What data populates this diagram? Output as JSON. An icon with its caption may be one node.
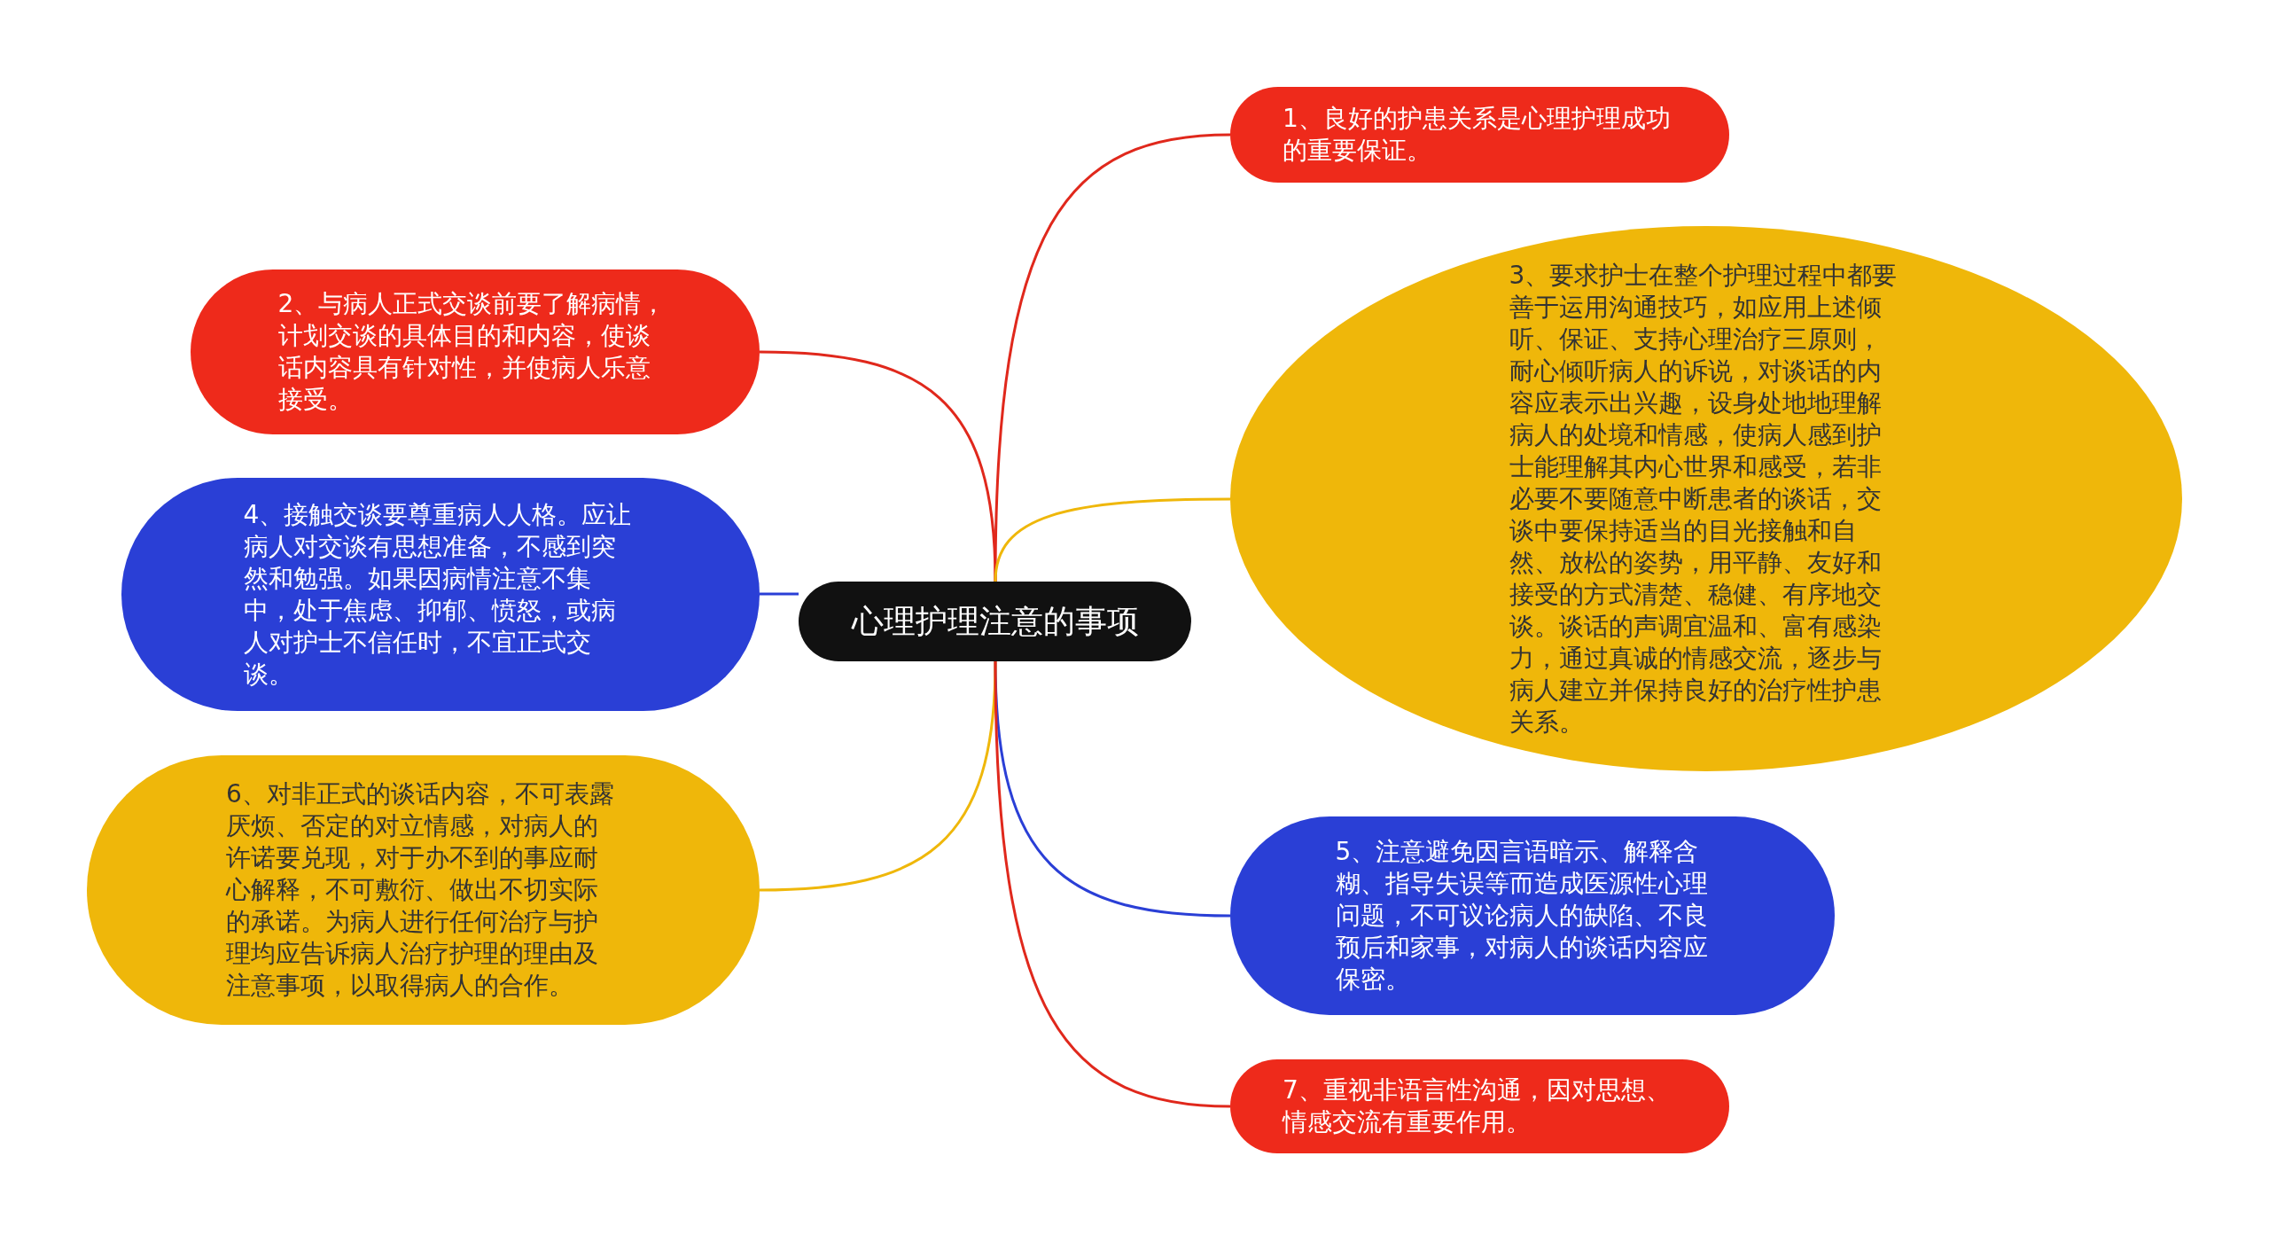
{
  "diagram": {
    "nodes": [
      {
        "text": [
          "心理护理注意的事项"
        ]
      },
      {
        "text": [
          "1、良好的护患关系是心理护理成功的重要保证。"
        ]
      },
      {
        "text": [
          "2、与病人正式交谈前要了解病情，计划交谈的具体目的和内容，使谈话内容具有针对性，并使病人乐意接受。"
        ]
      },
      {
        "text": [
          "3、要求护士在整个护理过程中都要善于运用沟通技巧，如应用上述倾听、保证、支持心理治疗三原则，耐心倾听病人的诉说，对谈话的内容应表示出兴趣，设身处地地理解病人的处境和情感，使病人感到护士能理解其内心世界和感受，若非必要不要随意中断患者的谈话，交谈中要保持适当的目光接触和自然、放松的姿势，用平静、友好和接受的方式清楚、稳健、有序地交谈。谈话的声调宜温和、富有感染力，通过真诚的情感交流，逐步与病人建立并保持良好的治疗性护患关系。"
        ]
      },
      {
        "text": [
          "4、接触交谈要尊重病人人格。应让病人对交谈有思想准备，不感到突然和勉强。如果因病情注意不集中，处于焦虑、抑郁、愤怒，或病人对护士不信任时，不宜正式交谈。"
        ]
      },
      {
        "text": [
          "5、注意避免因言语暗示、解释含糊、指导失误等而造成医源性心理问题，不可议论病人的缺陷、不良预后和家事，对病人的谈话内容应保密。"
        ]
      },
      {
        "text": [
          "6、对非正式的谈话内容，不可表露厌烦、否定的对立情感，对病人的许诺要兑现，对于办不到的事应耐心解释，不可敷衍、做出不切实际的承诺。为病人进行任何治疗与护理均应告诉病人治疗护理的理由及注意事项，以取得病人的合作。"
        ]
      },
      {
        "text": [
          "7、重视非语言性沟通，因对思想、情感交流有重要作用。"
        ]
      }
    ],
    "edges": [
      {
        "from": 0,
        "to": 1,
        "arrow": "none",
        "color": "#e0281c"
      },
      {
        "from": 0,
        "to": 2,
        "arrow": "none",
        "color": "#e0281c"
      },
      {
        "from": 0,
        "to": 3,
        "arrow": "none",
        "color": "#efb70a"
      },
      {
        "from": 0,
        "to": 4,
        "arrow": "none",
        "color": "#2a3fd6"
      },
      {
        "from": 0,
        "to": 5,
        "arrow": "none",
        "color": "#2a3fd6"
      },
      {
        "from": 0,
        "to": 6,
        "arrow": "none",
        "color": "#efb70a"
      },
      {
        "from": 0,
        "to": 7,
        "arrow": "none",
        "color": "#e0281c"
      }
    ]
  }
}
